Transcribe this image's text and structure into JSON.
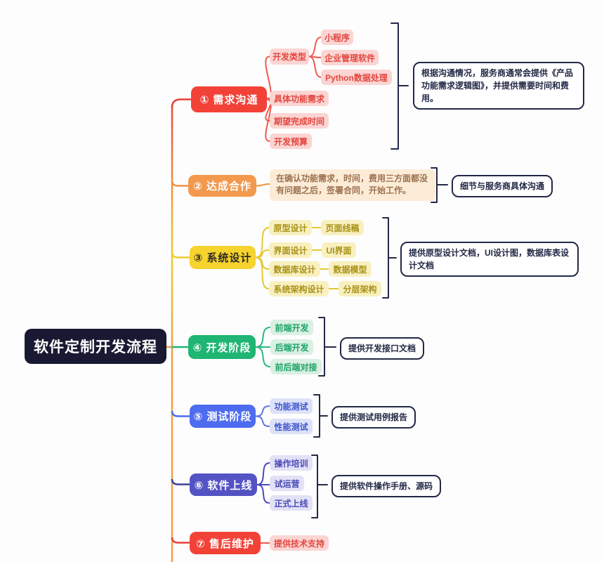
{
  "title": "软件定制开发流程",
  "palette": {
    "root_bg": "#191933",
    "branch1_red": "#f24238",
    "branch2_orange": "#f2994e",
    "branch3_yellow": "#f6d32d",
    "branch4_green": "#1fb573",
    "branch5_blue": "#4e6cf0",
    "branch6_indigo": "#5453c4",
    "branch7_red": "#f24238",
    "note_border": "#232946",
    "spine_bottom_orange": "#efa04d"
  },
  "root": {
    "label": "软件定制开发流程"
  },
  "branches": [
    {
      "label": "① 需求沟通",
      "color": "#f24238",
      "children": [
        {
          "label": "开发类型",
          "children": [
            {
              "label": "小程序"
            },
            {
              "label": "企业管理软件"
            },
            {
              "label": "Python数据处理"
            }
          ]
        },
        {
          "label": "具体功能需求"
        },
        {
          "label": "期望完成时间"
        },
        {
          "label": "开发预算"
        }
      ],
      "note": "根据沟通情况，服务商通常会提供《产品功能需求逻辑图》，并提供需要时间和费用。"
    },
    {
      "label": "② 达成合作",
      "color": "#f2994e",
      "paragraph": "在确认功能需求，时间，费用三方面都没有问题之后，签署合同，开始工作。",
      "note": "细节与服务商具体沟通"
    },
    {
      "label": "③ 系统设计",
      "color": "#f6d32d",
      "children": [
        {
          "label": "原型设计",
          "children": [
            {
              "label": "页面线稿"
            }
          ]
        },
        {
          "label": "界面设计",
          "children": [
            {
              "label": "UI界面"
            }
          ]
        },
        {
          "label": "数据库设计",
          "children": [
            {
              "label": "数据模型"
            }
          ]
        },
        {
          "label": "系统架构设计",
          "children": [
            {
              "label": "分层架构"
            }
          ]
        }
      ],
      "note": "提供原型设计文档，UI设计图，数据库表设计文档"
    },
    {
      "label": "④ 开发阶段",
      "color": "#1fb573",
      "children": [
        {
          "label": "前端开发"
        },
        {
          "label": "后端开发"
        },
        {
          "label": "前后端对接"
        }
      ],
      "note": "提供开发接口文档"
    },
    {
      "label": "⑤ 测试阶段",
      "color": "#4e6cf0",
      "children": [
        {
          "label": "功能测试"
        },
        {
          "label": "性能测试"
        }
      ],
      "note": "提供测试用例报告"
    },
    {
      "label": "⑥ 软件上线",
      "color": "#5453c4",
      "children": [
        {
          "label": "操作培训"
        },
        {
          "label": "试运营"
        },
        {
          "label": "正式上线"
        }
      ],
      "note": "提供软件操作手册、源码"
    },
    {
      "label": "⑦ 售后维护",
      "color": "#f24238",
      "children": [
        {
          "label": "提供技术支持"
        }
      ]
    }
  ]
}
